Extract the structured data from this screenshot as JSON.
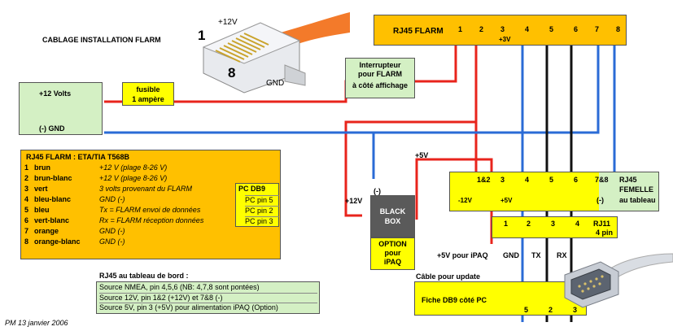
{
  "title": "CABLAGE INSTALLATION FLARM",
  "footer": "PM 13 janvier 2006",
  "photo": {
    "pin1": "1",
    "pin8": "8",
    "plus12": "+12V",
    "gnd": "GND"
  },
  "power_box": {
    "plus": "+12 Volts",
    "minus": "(-) GND"
  },
  "fuse": {
    "line1": "fusible",
    "line2": "1 ampère"
  },
  "switch": {
    "line1": "Interrupteur",
    "line2": "pour FLARM",
    "line3": "à côté affichage"
  },
  "rj45_flarm": {
    "label": "RJ45 FLARM",
    "pins": [
      "1",
      "2",
      "3",
      "4",
      "5",
      "6",
      "7",
      "8"
    ],
    "pin3_sub": "+3V"
  },
  "table": {
    "header": "RJ45 FLARM : ETA/TIA T568B",
    "rows": [
      {
        "n": "1",
        "name": "brun",
        "desc": "+12 V (plage 8-26 V)"
      },
      {
        "n": "2",
        "name": "brun-blanc",
        "desc": "+12 V (plage 8-26 V)"
      },
      {
        "n": "3",
        "name": "vert",
        "desc": "3 volts provenant du FLARM"
      },
      {
        "n": "4",
        "name": "bleu-blanc",
        "desc": "GND (-)"
      },
      {
        "n": "5",
        "name": "bleu",
        "desc": "Tx = FLARM envoi de données"
      },
      {
        "n": "6",
        "name": "vert-blanc",
        "desc": "Rx = FLARM réception données"
      },
      {
        "n": "7",
        "name": "orange",
        "desc": "GND (-)"
      },
      {
        "n": "8",
        "name": "orange-blanc",
        "desc": "GND (-)"
      }
    ],
    "pcdb9": {
      "header": "PC DB9",
      "rows": [
        "PC pin 5",
        "PC pin 2",
        "PC pin 3"
      ]
    }
  },
  "blackbox": {
    "minus": "(-)",
    "line1": "BLACK",
    "line2": "BOX",
    "plus5": "+5V",
    "plus12": "+12V",
    "option": [
      "OPTION",
      "pour",
      "iPAQ"
    ]
  },
  "rj45_femelle": {
    "pins": [
      "1&2",
      "3",
      "4",
      "5",
      "6",
      "7&8"
    ],
    "sub_left": "-12V",
    "sub_pin3": "+5V",
    "sub_right": "(-)",
    "label": [
      "RJ45",
      "FEMELLE",
      "au tableau"
    ]
  },
  "rj11": {
    "pins": [
      "1",
      "2",
      "3",
      "4"
    ],
    "label": [
      "RJ11",
      "4 pin"
    ]
  },
  "signals": {
    "ipaq": "+5V pour iPAQ",
    "gnd": "GND",
    "tx": "TX",
    "rx": "RX"
  },
  "cable_update": "Câble pour update",
  "db9_box": {
    "label": "Fiche DB9 côté PC",
    "pins": [
      "5",
      "2",
      "3"
    ]
  },
  "tableau": {
    "header": "RJ45 au tableau de bord :",
    "lines": [
      "Source NMEA, pin 4,5,6  (NB: 4,7,8 sont pontées)",
      "Source 12V, pin 1&2 (+12V) et 7&8 (-)",
      "Source 5V, pin 3 (+5V) pour alimentation iPAQ (Option)"
    ]
  },
  "colors": {
    "yellow": "#ffff00",
    "green": "#d4f0c4",
    "orange": "#ffc000",
    "red": "#e8241c",
    "blue": "#2a6bd6",
    "black": "#111111",
    "wood": "#f6c68a"
  }
}
